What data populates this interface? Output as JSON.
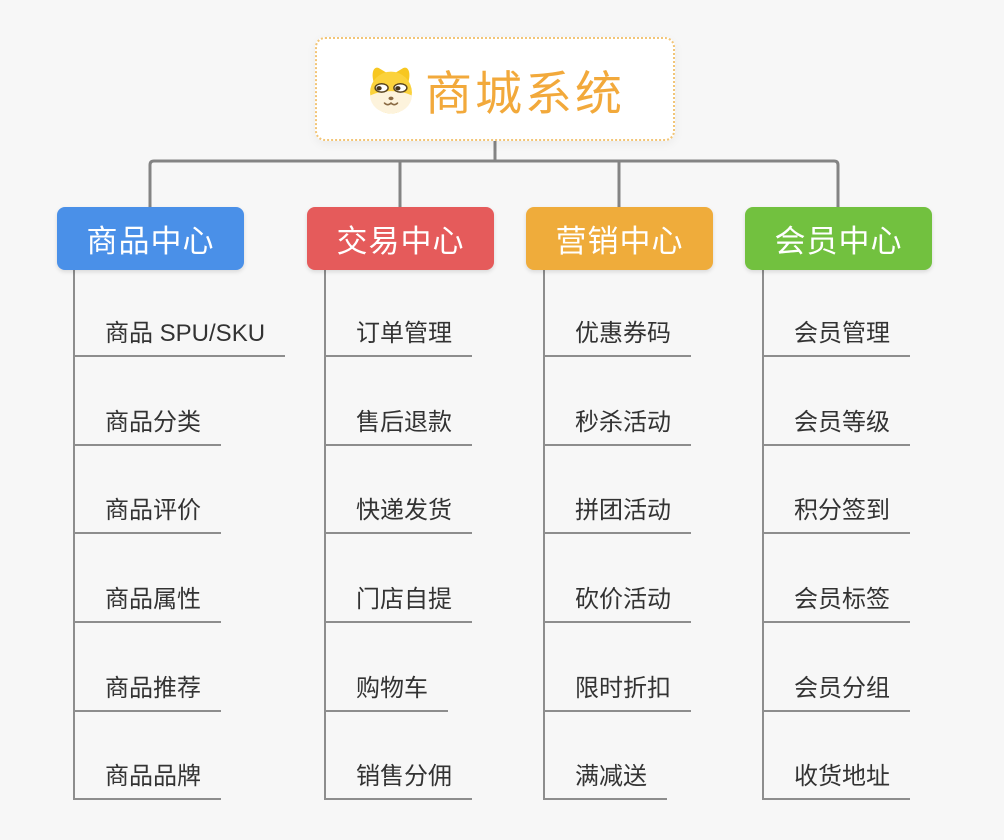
{
  "canvas": {
    "background": "#f7f7f7",
    "connector_color": "#848484",
    "child_line_color": "#8d8d8d",
    "child_text_color": "#333333"
  },
  "root": {
    "title": "商城系统",
    "icon": "dog-face-icon",
    "border_color": "#f2c577",
    "title_color": "#f2a93b",
    "background": "#ffffff"
  },
  "branches": [
    {
      "label": "商品中心",
      "color": "#4a90e8",
      "children": [
        "商品 SPU/SKU",
        "商品分类",
        "商品评价",
        "商品属性",
        "商品推荐",
        "商品品牌"
      ]
    },
    {
      "label": "交易中心",
      "color": "#e55b5b",
      "children": [
        "订单管理",
        "售后退款",
        "快递发货",
        "门店自提",
        "购物车",
        "销售分佣"
      ]
    },
    {
      "label": "营销中心",
      "color": "#efac3b",
      "children": [
        "优惠券码",
        "秒杀活动",
        "拼团活动",
        "砍价活动",
        "限时折扣",
        "满减送"
      ]
    },
    {
      "label": "会员中心",
      "color": "#72c13f",
      "children": [
        "会员管理",
        "会员等级",
        "积分签到",
        "会员标签",
        "会员分组",
        "收货地址"
      ]
    }
  ]
}
